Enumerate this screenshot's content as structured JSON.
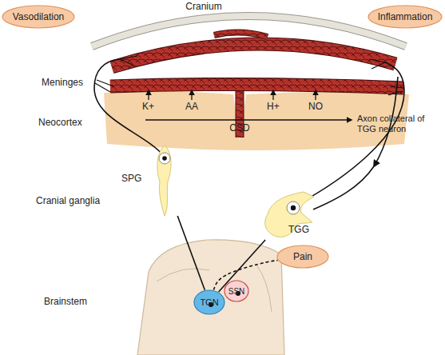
{
  "diagram": {
    "nodes": [
      {
        "text": [
          "Vasodilation"
        ]
      },
      {
        "text": [
          "Inflammation"
        ]
      },
      {
        "text": [
          "SPG"
        ]
      },
      {
        "text": [
          "TGG"
        ]
      },
      {
        "text": [
          "Pain"
        ]
      },
      {
        "text": [
          "TGN"
        ]
      },
      {
        "text": [
          "SSN"
        ]
      }
    ],
    "edges": [
      {
        "from": 5,
        "to": 2,
        "arrow": "none"
      },
      {
        "from": 3,
        "to": 5,
        "arrow": "none"
      },
      {
        "from": 5,
        "to": 4,
        "arrow": "none"
      }
    ],
    "labels": [
      "Cranium",
      "Meninges",
      "Neocortex",
      "K+",
      "AA",
      "H+",
      "NO",
      "CSD",
      "Axon collateral of TGG neuron",
      "Cranial ganglia",
      "Brainstem"
    ]
  }
}
